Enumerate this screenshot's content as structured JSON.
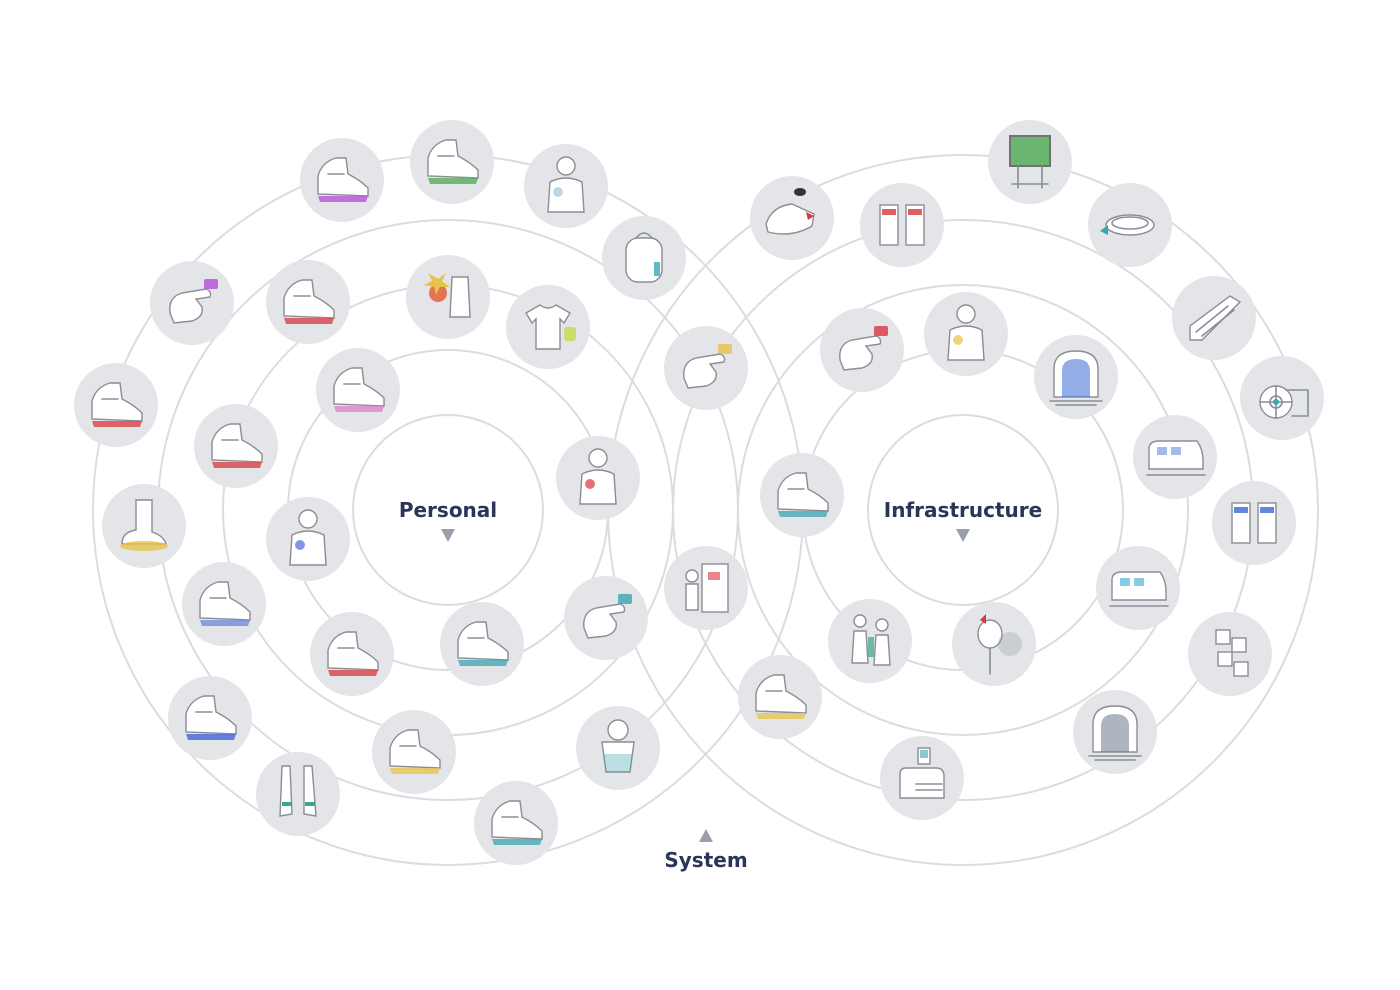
{
  "labels": {
    "personal": "Personal",
    "infrastructure": "Infrastructure",
    "system": "System"
  },
  "colors": {
    "ring": "#dcdcdc",
    "bubble": "#e4e5e8",
    "label": "#2b3557",
    "marker": "#9aa0aa",
    "accent_red": "#d9363e",
    "accent_teal": "#3aa6b0",
    "accent_yellow": "#e8c24a",
    "accent_purple": "#b04cd6"
  },
  "illustrations": [
    {
      "name": "boots-purple-heel",
      "icon": "shoe-icon",
      "accent": "#b04cd6"
    },
    {
      "name": "boot-green-heat",
      "icon": "boot-icon",
      "accent": "#4caa52"
    },
    {
      "name": "person-backpack-mist",
      "icon": "person-icon",
      "accent": "#9fc6e0"
    },
    {
      "name": "backpack",
      "icon": "backpack-icon",
      "accent": "#3aa6b0"
    },
    {
      "name": "wrist-sensor",
      "icon": "hand-icon",
      "accent": "#b04cd6"
    },
    {
      "name": "shoe-flex-arrows",
      "icon": "shoe-icon",
      "accent": "#d9363e"
    },
    {
      "name": "shoe-sole-layers",
      "icon": "shoe-icon",
      "accent": "#d9363e"
    },
    {
      "name": "food-energy",
      "icon": "food-icon",
      "accent": "#e8c24a"
    },
    {
      "name": "clothing-charge",
      "icon": "shirt-icon",
      "accent": "#c7d94a"
    },
    {
      "name": "shoe-pink-cushion",
      "icon": "shoe-icon",
      "accent": "#e07bc8"
    },
    {
      "name": "heel-arrows",
      "icon": "shoe-icon",
      "accent": "#d9363e"
    },
    {
      "name": "foot-yellow-insole",
      "icon": "foot-icon",
      "accent": "#e8c24a"
    },
    {
      "name": "torso-signal",
      "icon": "person-icon",
      "accent": "#4a6ad6"
    },
    {
      "name": "jacket-fan",
      "icon": "jacket-icon",
      "accent": "#d9363e"
    },
    {
      "name": "laced-boot",
      "icon": "boot-icon",
      "accent": "#6a8ad6"
    },
    {
      "name": "shoe-tilt-arrows",
      "icon": "shoe-icon",
      "accent": "#d9363e"
    },
    {
      "name": "shoe-blue-flow",
      "icon": "shoe-icon",
      "accent": "#3aa6b0"
    },
    {
      "name": "wrist-band-arrows",
      "icon": "hand-icon",
      "accent": "#3aa6b0"
    },
    {
      "name": "sneaker-blue-heel",
      "icon": "shoe-icon",
      "accent": "#3a5ad6"
    },
    {
      "name": "shoe-yellow-plate",
      "icon": "shoe-icon",
      "accent": "#e8c24a"
    },
    {
      "name": "cup-water",
      "icon": "cup-icon",
      "accent": "#3aa6b0"
    },
    {
      "name": "legs-ankle-bands",
      "icon": "legs-icon",
      "accent": "#3aa68a"
    },
    {
      "name": "shoe-blue-air",
      "icon": "shoe-icon",
      "accent": "#3aa6b0"
    },
    {
      "name": "card-payment",
      "icon": "hand-icon",
      "accent": "#e8c24a"
    },
    {
      "name": "ticket-machine",
      "icon": "machine-icon",
      "accent": "#d9363e"
    },
    {
      "name": "shoe-bugs",
      "icon": "bug-icon",
      "accent": "#d9363e"
    },
    {
      "name": "ticket-gates",
      "icon": "gate-icon",
      "accent": "#d9363e"
    },
    {
      "name": "billboard-flowers",
      "icon": "billboard-icon",
      "accent": "#4caa52"
    },
    {
      "name": "manhole-cover",
      "icon": "cover-icon",
      "accent": "#3aa6b0"
    },
    {
      "name": "escalator",
      "icon": "escalator-icon",
      "accent": "#d9363e"
    },
    {
      "name": "turbine-wheel",
      "icon": "wheel-icon",
      "accent": "#3aa6b0"
    },
    {
      "name": "hand-card-tap",
      "icon": "hand-icon",
      "accent": "#d9363e"
    },
    {
      "name": "walker-yellow-tile",
      "icon": "person-icon",
      "accent": "#e8c24a"
    },
    {
      "name": "tunnel-door",
      "icon": "tunnel-icon",
      "accent": "#3a6ad6"
    },
    {
      "name": "train",
      "icon": "train-icon",
      "accent": "#6a8ad6"
    },
    {
      "name": "gate-pass",
      "icon": "gate-icon",
      "accent": "#3a6ad6"
    },
    {
      "name": "shoe-step-platform",
      "icon": "shoe-icon",
      "accent": "#3aa6b0"
    },
    {
      "name": "train-platform",
      "icon": "train-icon",
      "accent": "#3aa6d6"
    },
    {
      "name": "people-waiting",
      "icon": "people-icon",
      "accent": "#3aa68a"
    },
    {
      "name": "fan-mist",
      "icon": "fan-icon",
      "accent": "#d9363e"
    },
    {
      "name": "stacked-blocks",
      "icon": "blocks-icon",
      "accent": "#8a8d94"
    },
    {
      "name": "shoe-yellow-sole",
      "icon": "shoe-icon",
      "accent": "#e8c24a"
    },
    {
      "name": "tunnel-rails",
      "icon": "tunnel-icon",
      "accent": "#6a7a8a"
    },
    {
      "name": "scanner-machine",
      "icon": "scanner-icon",
      "accent": "#3aa6b0"
    }
  ]
}
